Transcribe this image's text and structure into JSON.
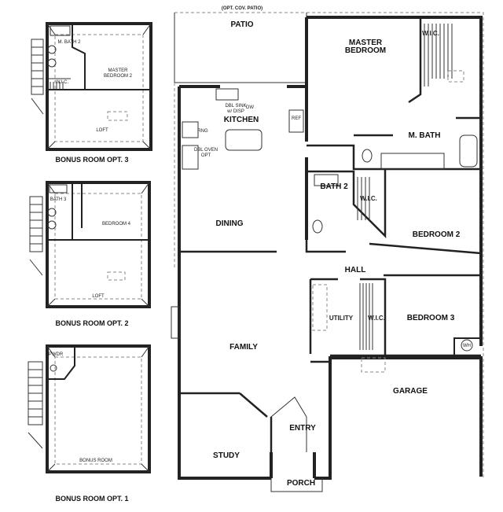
{
  "bonus_rooms": [
    {
      "caption": "BONUS ROOM OPT. 3",
      "rooms": {
        "bath": "M. BATH 2",
        "bedroom_1": "MASTER",
        "bedroom_2": "BEDROOM 2",
        "wic": "W.I.C.",
        "loft": "LOFT"
      }
    },
    {
      "caption": "BONUS ROOM OPT. 2",
      "rooms": {
        "bath": "BATH 3",
        "bedroom": "BEDROOM 4",
        "loft": "LOFT"
      }
    },
    {
      "caption": "BONUS ROOM OPT. 1",
      "rooms": {
        "powder": "PWDR",
        "bonus": "BONUS ROOM"
      }
    }
  ],
  "main_plan": {
    "patio_note": "(OPT. COV. PATIO)",
    "rooms": {
      "patio": "PATIO",
      "master_1": "MASTER",
      "master_2": "BEDROOM",
      "master_wic": "W.I.C.",
      "kitchen": "KITCHEN",
      "m_bath": "M. BATH",
      "bath_2": "BATH 2",
      "wic_2": "W.I.C.",
      "dining": "DINING",
      "bedroom_2": "BEDROOM 2",
      "hall": "HALL",
      "utility": "UTILITY",
      "wic_3": "W.I.C.",
      "bedroom_3": "BEDROOM 3",
      "family": "FAMILY",
      "garage": "GARAGE",
      "entry": "ENTRY",
      "study": "STUDY",
      "porch": "PORCH"
    },
    "fixtures": {
      "sink_1": "DBL SINK",
      "sink_2": "w/ DISP",
      "dishwasher": "DW",
      "range": "RNG",
      "oven_1": "DBL OVEN",
      "oven_2": "OPT",
      "ref": "REF",
      "water_heater": "WH"
    }
  }
}
